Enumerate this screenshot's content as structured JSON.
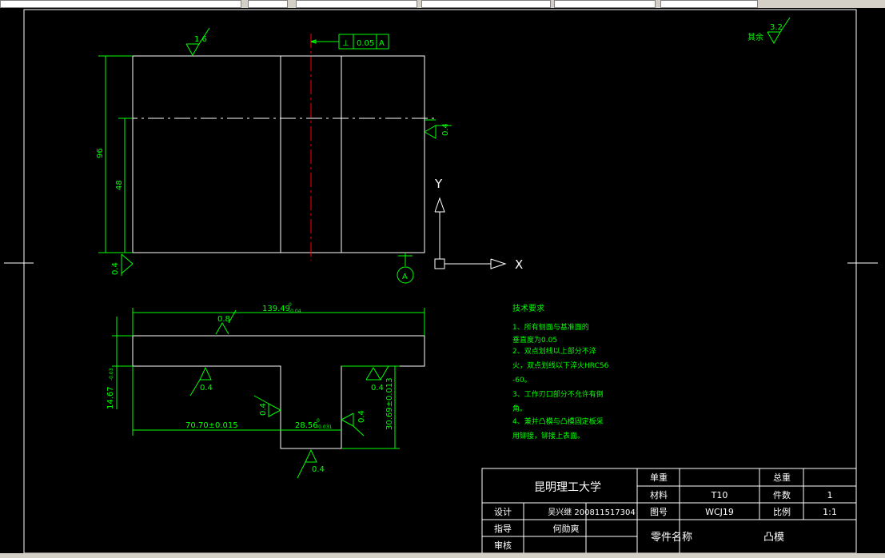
{
  "colors": {
    "background": "#000000",
    "outline": "#ffffff",
    "dimension": "#00ff00",
    "centerline_red": "#ff0000",
    "ucs_icon": "#ffffff"
  },
  "views": {
    "top": {
      "roughness_top": "1.6",
      "tolerance_symbol": "⊥",
      "tolerance_value": "0.05",
      "tolerance_datum": "A",
      "roughness_right": "0.4",
      "roughness_bottom_left": "0.4",
      "dim_height_total": "96",
      "dim_height_partial": "48",
      "datum_label": "A"
    },
    "front": {
      "dim_width_top": "139.49",
      "dim_width_top_tol_upper": "0",
      "dim_width_top_tol_lower": "-0.04",
      "roughness_top": "0.8",
      "roughness_left_step": "0.4",
      "roughness_right_step": "0.4",
      "roughness_slot_left": "0.4",
      "roughness_slot_right": "0.4",
      "roughness_slot_bottom": "0.4",
      "dim_left_height": "14.67",
      "dim_left_height_tol": "-0.03",
      "dim_bottom_left": "70.70±0.015",
      "dim_slot_width": "28.56",
      "dim_slot_width_tol_upper": "0",
      "dim_slot_width_tol_lower": "-0.031",
      "dim_right_height": "30.69±0.013"
    },
    "general_roughness": {
      "label": "其余",
      "value": "3.2"
    }
  },
  "ucs": {
    "y_label": "Y",
    "x_label": "X"
  },
  "technical_requirements": {
    "title": "技术要求",
    "lines": [
      "1、所有侧面与基准面的",
      "垂直度为0.05",
      "2、双点划线以上部分不淬",
      "火，双点划线以下淬火HRC56",
      "-60。",
      "3、工作刃口部分不允许有倒",
      "角。",
      "4、兼并凸模与凸模固定板采",
      "用铆接，铆接上表面。"
    ]
  },
  "title_block": {
    "university": "昆明理工大学",
    "weight_label": "单重",
    "total_weight_label": "总重",
    "material_label": "材料",
    "material_value": "T10",
    "quantity_label": "件数",
    "quantity_value": "1",
    "design_label": "设计",
    "designer": "吴兴继 200811517304",
    "drawing_no_label": "图号",
    "drawing_no_value": "WCJ19",
    "scale_label": "比例",
    "scale_value": "1:1",
    "guide_label": "指导",
    "guide_value": "何勋爽",
    "part_name_label": "零件名称",
    "part_name_value": "凸模",
    "review_label": "审核"
  }
}
